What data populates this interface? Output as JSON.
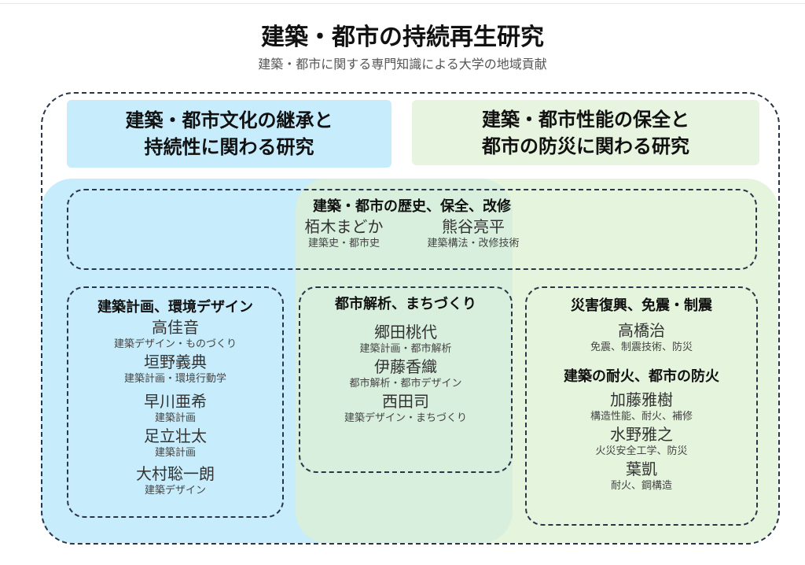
{
  "title": "建築・都市の持続再生研究",
  "subtitle": "建築・都市に関する専門知識による大学の地域貢献",
  "colors": {
    "blue": "#c7ecfb",
    "green": "#e7f4df",
    "border": "#2a3548"
  },
  "headers": {
    "left": [
      "建築・都市文化の継承と",
      "持続性に関わる研究"
    ],
    "right": [
      "建築・都市性能の保全と",
      "都市の防災に関わる研究"
    ]
  },
  "history": {
    "title": "建築・都市の歴史、保全、改修",
    "people": [
      {
        "name": "栢木まどか",
        "field": "建築史・都市史"
      },
      {
        "name": "熊谷亮平",
        "field": "建築構法・改修技術"
      }
    ]
  },
  "planning": {
    "title": "建築計画、環境デザイン",
    "people": [
      {
        "name": "高佳音",
        "field": "建築デザイン・ものづくり"
      },
      {
        "name": "垣野義典",
        "field": "建築計画・環境行動学"
      },
      {
        "name": "早川亜希",
        "field": "建築計画"
      },
      {
        "name": "足立壮太",
        "field": "建築計画"
      },
      {
        "name": "大村聡一朗",
        "field": "建築デザイン"
      }
    ]
  },
  "urban": {
    "title": "都市解析、まちづくり",
    "people": [
      {
        "name": "郷田桃代",
        "field": "建築計画・都市解析"
      },
      {
        "name": "伊藤香織",
        "field": "都市解析・都市デザイン"
      },
      {
        "name": "西田司",
        "field": "建築デザイン・まちづくり"
      }
    ]
  },
  "disaster": {
    "title": "災害復興、免震・制震",
    "people": [
      {
        "name": "高橋治",
        "field": "免震、制震技術、防災"
      }
    ]
  },
  "fire": {
    "title": "建築の耐火、都市の防火",
    "people": [
      {
        "name": "加藤雅樹",
        "field": "構造性能、耐火、補修"
      },
      {
        "name": "水野雅之",
        "field": "火災安全工学、防災"
      },
      {
        "name": "葉凱",
        "field": "耐火、鋼構造"
      }
    ]
  }
}
